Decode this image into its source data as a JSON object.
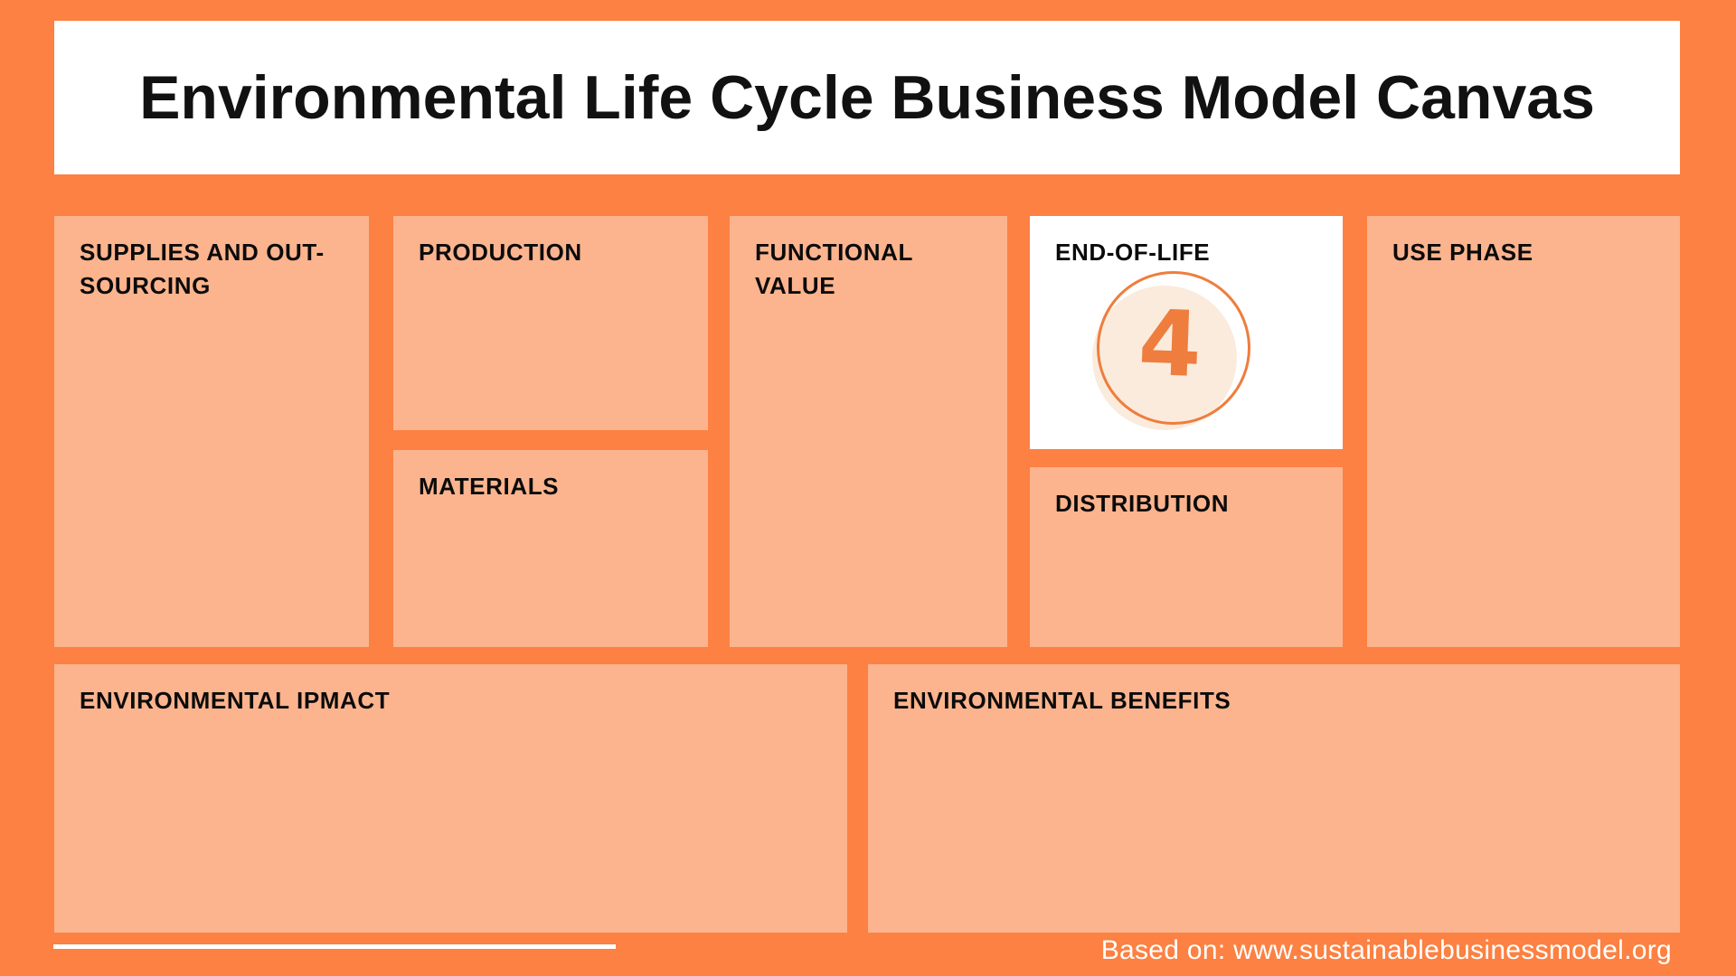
{
  "title": "Environmental Life Cycle Business Model Canvas",
  "panels": {
    "supplies": {
      "label": "SUPPLIES AND OUT-SOURCING"
    },
    "production": {
      "label": "PRODUCTION"
    },
    "materials": {
      "label": "MATERIALS"
    },
    "functional_value": {
      "label": "FUNCTIONAL VALUE"
    },
    "end_of_life": {
      "label": "END-OF-LIFE",
      "step_number": "4"
    },
    "distribution": {
      "label": "DISTRIBUTION"
    },
    "use_phase": {
      "label": "USE PHASE"
    },
    "environmental_impact": {
      "label": "ENVIRONMENTAL IPMACT"
    },
    "environmental_benefits": {
      "label": "ENVIRONMENTAL BENEFITS"
    }
  },
  "footer": {
    "attribution": "Based on: www.sustainablebusinessmodel.org"
  },
  "colors": {
    "background": "#FC8142",
    "panel": "#FCB48E",
    "highlight_panel": "#FFFFFF",
    "accent": "#EF7D3D",
    "circle_fill": "#FBEBDD",
    "label_text": "#0B0B0B",
    "footer_text": "#FFFFFF"
  }
}
